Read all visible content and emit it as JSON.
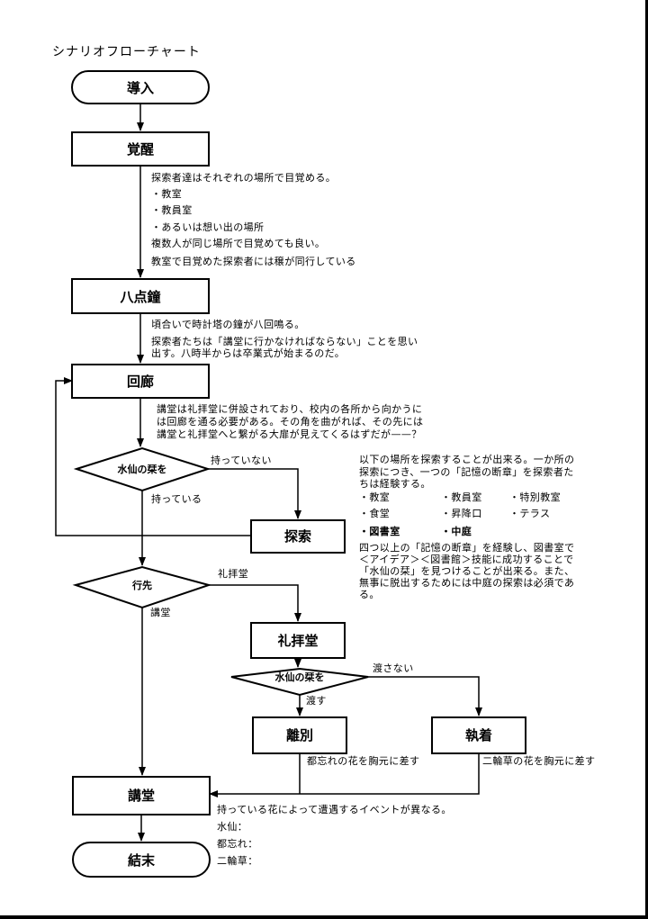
{
  "title": "シナリオフローチャート",
  "nodes": {
    "intro": "導入",
    "awake": "覚醒",
    "eight_bells": "八点鐘",
    "corridor": "回廊",
    "decision_daffodil": "水仙の栞を",
    "explore": "探索",
    "decision_destination": "行先",
    "chapel": "礼拝堂",
    "decision_daffodil2": "水仙の栞を",
    "parting": "離別",
    "attachment": "執着",
    "auditorium": "講堂",
    "ending": "結末"
  },
  "edge_labels": {
    "not_have": "持っていない",
    "have": "持っている",
    "to_chapel": "礼拝堂",
    "to_auditorium": "講堂",
    "not_give": "渡さない",
    "give": "渡す"
  },
  "notes": {
    "awake": [
      "探索者達はそれぞれの場所で目覚める。",
      "・教室",
      "・教員室",
      "・あるいは想い出の場所",
      "複数人が同じ場所で目覚めても良い。",
      "教室で目覚めた探索者には穣が同行している"
    ],
    "bells": [
      "頃合いで時計塔の鐘が八回鳴る。",
      "探索者たちは「講堂に行かなければならない」ことを思い",
      "出す。八時半からは卒業式が始まるのだ。"
    ],
    "corridor": [
      "講堂は礼拝堂に併設されており、校内の各所から向かうに",
      "は回廊を通る必要がある。その角を曲がれば、その先には",
      "講堂と礼拝堂へと繋がる大扉が見えてくるはずだが——？"
    ],
    "explore_intro": [
      "以下の場所を探索することが出来る。一か所の",
      "探索につき、一つの「記憶の断章」を探索者た",
      "ちは経験する。"
    ],
    "locations": [
      "・教室",
      "・教員室",
      "・特別教室",
      "・食堂",
      "・昇降口",
      "・テラス",
      "・図書室",
      "・中庭"
    ],
    "explore_outro": [
      "四つ以上の「記憶の断章」を経験し、図書室で",
      "＜アイデア＞＜図書館＞技能に成功することで",
      "「水仙の栞」を見つけることが出来る。また、",
      "無事に脱出するためには中庭の探索は必須であ",
      "る。"
    ],
    "parting_flower": "都忘れの花を胸元に差す",
    "attachment_flower": "二輪草の花を胸元に差す",
    "auditorium": "持っている花によって遭遇するイベントが異なる。",
    "flower_events": [
      "水仙：",
      "都忘れ：",
      "二輪草："
    ]
  }
}
